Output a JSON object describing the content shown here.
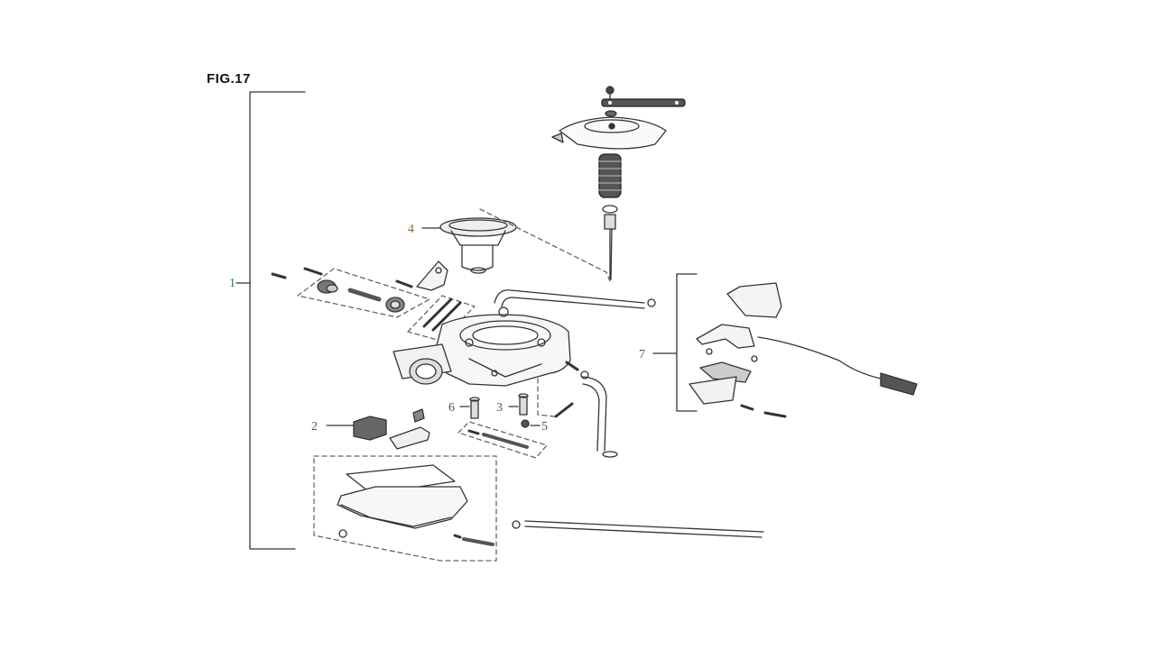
{
  "figure": {
    "title": "FIG.17"
  },
  "callouts": [
    {
      "id": "1",
      "label": "1"
    },
    {
      "id": "2",
      "label": "2"
    },
    {
      "id": "3",
      "label": "3"
    },
    {
      "id": "4",
      "label": "4"
    },
    {
      "id": "5",
      "label": "5"
    },
    {
      "id": "6",
      "label": "6"
    },
    {
      "id": "7",
      "label": "7"
    }
  ],
  "colors": {
    "line": "#333333",
    "callout_1": "#2a6f8f",
    "callout_4": "#8a6a2a",
    "callout_other": "#555555",
    "dash": "#666666"
  }
}
